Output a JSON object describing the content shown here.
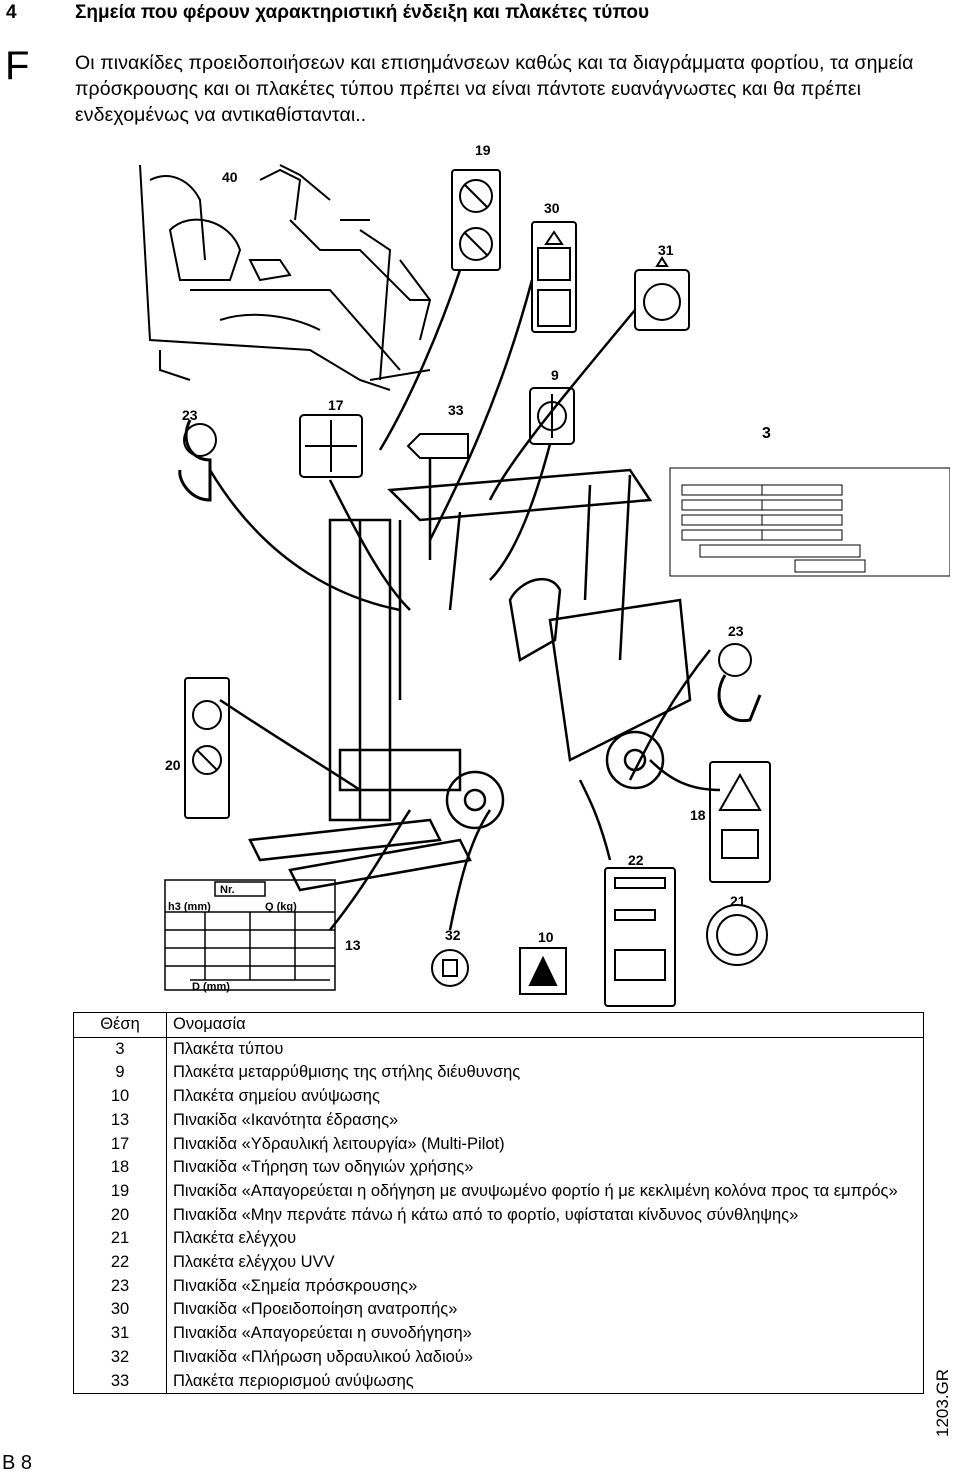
{
  "header": {
    "section_number": "4",
    "section_title": "Σημεία που φέρουν χαρακτηριστική ένδειξη και πλακέτες τύπου",
    "language_marker": "F"
  },
  "intro_text": "Οι πινακίδες προειδοποιήσεων και επισημάνσεων καθώς και τα διαγράμματα φορτίου, τα σημεία πρόσκρουσης και οι πλακέτες τύπου πρέπει να είναι πάντοτε ευανάγνωστες και θα πρέπει ενδεχομένως να αντικαθίστανται..",
  "figure": {
    "callouts": [
      "40",
      "19",
      "30",
      "31",
      "9",
      "23",
      "17",
      "33",
      "3",
      "23",
      "20",
      "18",
      "22",
      "21",
      "13",
      "32",
      "10"
    ],
    "plate_labels": {
      "nr": "Nr.",
      "h3": "h3 (mm)",
      "q": "Q (kg)",
      "d": "D (mm)"
    }
  },
  "legend": {
    "headers": {
      "position": "Θέση",
      "name": "Ονομασία"
    },
    "rows": [
      {
        "pos": "3",
        "name": "Πλακέτα τύπου"
      },
      {
        "pos": "9",
        "name": "Πλακέτα μεταρρύθμισης της στήλης διέυθυνσης"
      },
      {
        "pos": "10",
        "name": "Πλακέτα σημείου ανύψωσης"
      },
      {
        "pos": "13",
        "name": "Πινακίδα «Ικανότητα έδρασης»"
      },
      {
        "pos": "17",
        "name": "Πινακίδα «Υδραυλική λειτουργία» (Multi-Pilot)"
      },
      {
        "pos": "18",
        "name": "Πινακίδα «Τήρηση των οδηγιών χρήσης»"
      },
      {
        "pos": "19",
        "name": "Πινακίδα «Απαγορεύεται η οδήγηση με ανυψωμένο φορτίο ή με κεκλιμένη κολόνα προς τα εμπρός»"
      },
      {
        "pos": "20",
        "name": "Πινακίδα «Μην περνάτε πάνω ή κάτω από το φορτίο, υφίσταται κίνδυνος σύνθληψης»"
      },
      {
        "pos": "21",
        "name": "Πλακέτα ελέγχου"
      },
      {
        "pos": "22",
        "name": "Πλακέτα ελέγχου UVV"
      },
      {
        "pos": "23",
        "name": "Πινακίδα «Σημεία πρόσκρουσης»"
      },
      {
        "pos": "30",
        "name": "Πινακίδα «Προειδοποίηση ανατροπής»"
      },
      {
        "pos": "31",
        "name": "Πινακίδα «Απαγορεύεται η συνοδήγηση»"
      },
      {
        "pos": "32",
        "name": "Πινακίδα «Πλήρωση υδραυλικού λαδιού»"
      },
      {
        "pos": "33",
        "name": "Πλακέτα περιορισμού ανύψωσης"
      }
    ]
  },
  "footer": {
    "page_number": "B 8",
    "doc_id": "1203.GR"
  }
}
